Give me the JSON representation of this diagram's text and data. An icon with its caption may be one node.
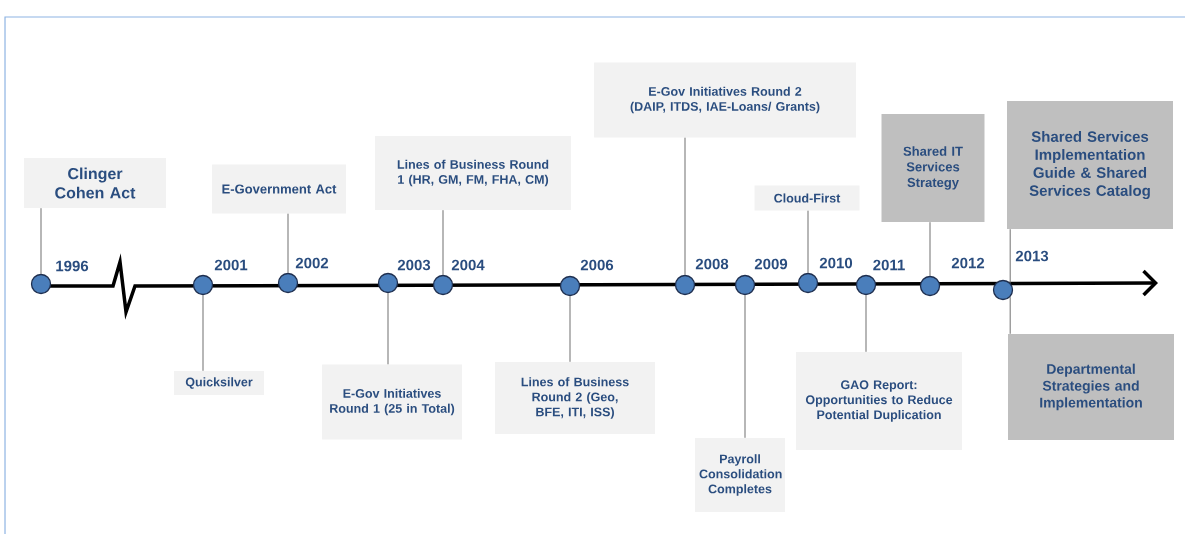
{
  "diagram": {
    "nodes": [
      {
        "text": [
          "Clinger Cohen Act"
        ]
      },
      {
        "text": [
          "Quicksilver"
        ]
      },
      {
        "text": [
          "E-Government Act"
        ]
      },
      {
        "text": [
          "E-Gov Initiatives Round 1 (25 in Total)"
        ]
      },
      {
        "text": [
          "Lines of Business Round 1 (HR, GM, FM, FHA, CM)"
        ]
      },
      {
        "text": [
          "Lines of Business Round 2 (Geo, BFE, ITI, ISS)"
        ]
      },
      {
        "text": [
          "E-Gov Initiatives Round 2 (DAIP, ITDS, IAE-Loans/ Grants)"
        ]
      },
      {
        "text": [
          "Payroll Consolidation Completes"
        ]
      },
      {
        "text": [
          "Cloud-First"
        ]
      },
      {
        "text": [
          "GAO Report: Opportunities to Reduce Potential Duplication"
        ]
      },
      {
        "text": [
          "Shared IT Services Strategy"
        ]
      },
      {
        "text": [
          "Shared Services Implementation Guide & Shared Services Catalog"
        ]
      },
      {
        "text": [
          "Departmental Strategies and Implementation"
        ]
      },
      {
        "text": [],
        "shape": "circle",
        "beside": [
          "1996"
        ]
      },
      {
        "text": [],
        "shape": "circle",
        "beside": [
          "2001"
        ]
      },
      {
        "text": [],
        "shape": "circle",
        "beside": [
          "2002"
        ]
      },
      {
        "text": [],
        "shape": "circle",
        "beside": [
          "2003"
        ]
      },
      {
        "text": [],
        "shape": "circle",
        "beside": [
          "2004"
        ]
      },
      {
        "text": [],
        "shape": "circle",
        "beside": [
          "2006"
        ]
      },
      {
        "text": [],
        "shape": "circle",
        "beside": [
          "2008"
        ]
      },
      {
        "text": [],
        "shape": "circle",
        "beside": [
          "2009"
        ]
      },
      {
        "text": [],
        "shape": "circle",
        "beside": [
          "2010"
        ]
      },
      {
        "text": [],
        "shape": "circle",
        "beside": [
          "2011"
        ]
      },
      {
        "text": [],
        "shape": "circle",
        "beside": [
          "2012"
        ]
      },
      {
        "text": [],
        "shape": "circle",
        "beside": [
          "2013"
        ]
      }
    ],
    "edges": [
      {
        "from": 0,
        "to": 13,
        "arrow": "none"
      },
      {
        "from": 1,
        "to": 14,
        "arrow": "none"
      },
      {
        "from": 2,
        "to": 15,
        "arrow": "none"
      },
      {
        "from": 3,
        "to": 16,
        "arrow": "none"
      },
      {
        "from": 4,
        "to": 17,
        "arrow": "none"
      },
      {
        "from": 5,
        "to": 18,
        "arrow": "none"
      },
      {
        "from": 6,
        "to": 19,
        "arrow": "none"
      },
      {
        "from": 7,
        "to": 20,
        "arrow": "none"
      },
      {
        "from": 8,
        "to": 21,
        "arrow": "none"
      },
      {
        "from": 9,
        "to": 22,
        "arrow": "none"
      },
      {
        "from": 10,
        "to": 23,
        "arrow": "none"
      },
      {
        "from": 11,
        "to": 24,
        "arrow": "none"
      },
      {
        "from": 12,
        "to": 24,
        "arrow": "none"
      }
    ]
  }
}
